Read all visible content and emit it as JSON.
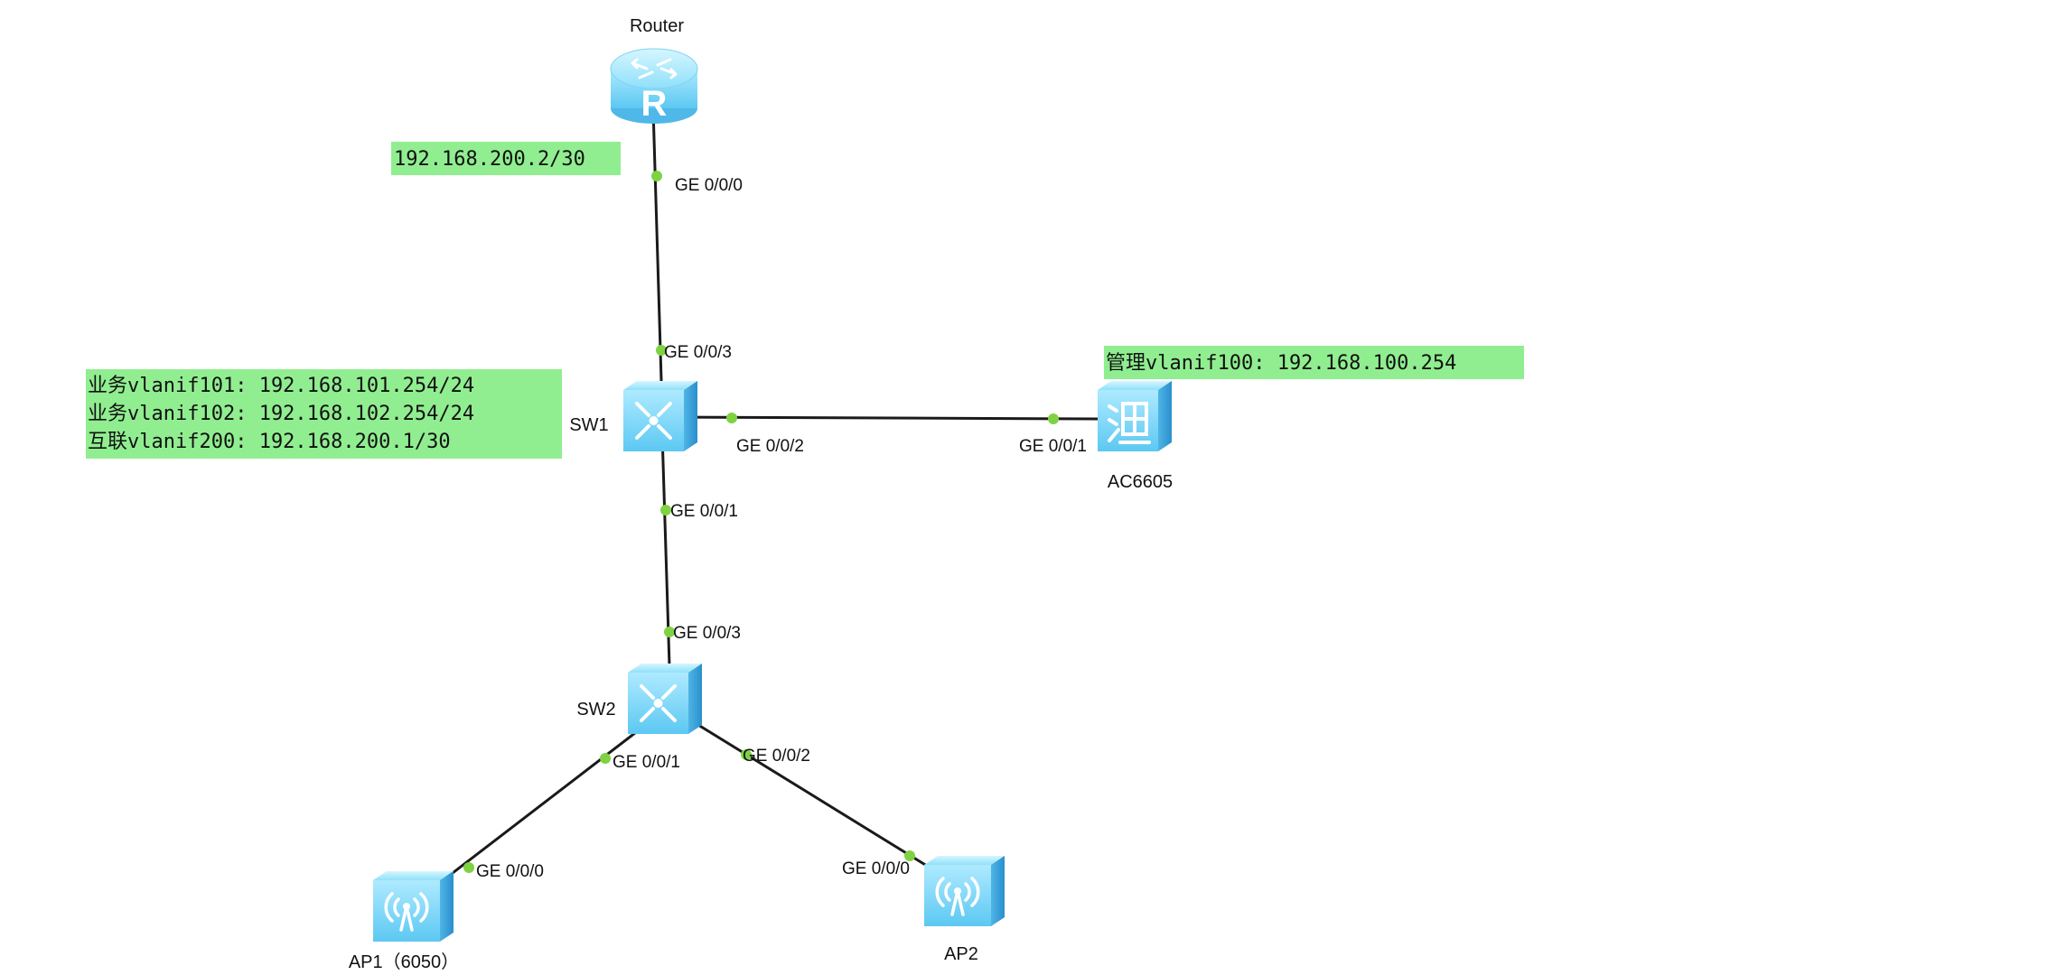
{
  "devices": {
    "router": {
      "label": "Router"
    },
    "sw1": {
      "label": "SW1"
    },
    "sw2": {
      "label": "SW2"
    },
    "ac": {
      "label": "AC6605"
    },
    "ap1": {
      "label": "AP1（6050）"
    },
    "ap2": {
      "label": "AP2"
    }
  },
  "ports": {
    "router_sw1_router_side": "GE 0/0/0",
    "router_sw1_sw1_side": "GE 0/0/3",
    "sw1_ac_sw1_side": "GE 0/0/2",
    "sw1_ac_ac_side": "GE 0/0/1",
    "sw1_sw2_sw1_side": "GE 0/0/1",
    "sw1_sw2_sw2_side": "GE 0/0/3",
    "sw2_ap1_sw2_side": "GE 0/0/1",
    "sw2_ap1_ap_side": "GE 0/0/0",
    "sw2_ap2_sw2_side": "GE 0/0/2",
    "sw2_ap2_ap_side": "GE 0/0/0"
  },
  "notes": {
    "router_ip": "192.168.200.2/30",
    "ac_mgmt": "管理vlanif100: 192.168.100.254",
    "sw1_lines": [
      "业务vlanif101: 192.168.101.254/24",
      "业务vlanif102: 192.168.102.254/24",
      "互联vlanif200: 192.168.200.1/30"
    ]
  },
  "colors": {
    "note_background": "#90ee90",
    "port_dot": "#7fd241",
    "device_light": "#b9eeff",
    "device_mid": "#7fd9f7",
    "device_dark": "#38a9de",
    "link": "#1a1a1a"
  },
  "icons": {
    "router": "router-icon",
    "switch": "switch-icon",
    "ac": "access-controller-icon",
    "ap": "access-point-icon"
  }
}
